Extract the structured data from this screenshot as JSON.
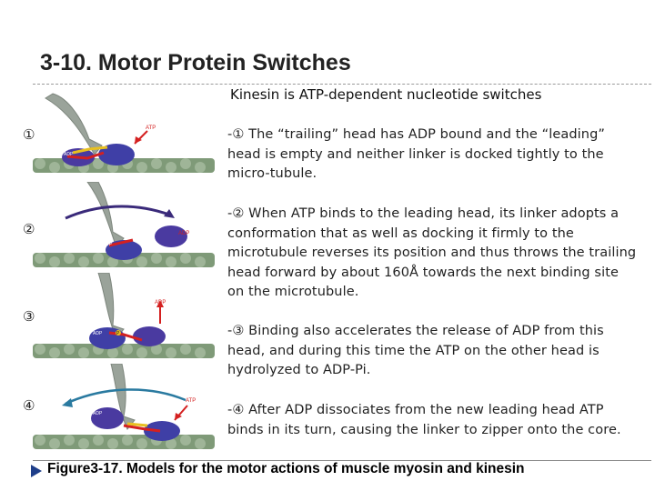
{
  "title": "3-10. Motor Protein Switches",
  "subtitle": "Kinesin is ATP-dependent nucleotide switches",
  "steps": [
    {
      "marker": "①",
      "text": "-① The “trailing” head has ADP bound and the “leading” head is empty and neither linker is docked tightly to the micro-tubule."
    },
    {
      "marker": "②",
      "text": "-② When ATP binds to the leading head, its linker adopts a conformation that as well as docking it firmly to the microtubule reverses its position and thus throws the trailing head forward by about 160Å towards the next binding site on the microtubule."
    },
    {
      "marker": "③",
      "text": "-③ Binding also accelerates the release of ADP from this head, and during this time the ATP on the other head is hydrolyzed to ADP-Pi."
    },
    {
      "marker": "④",
      "text": "-④ After ADP dissociates from the new leading head ATP binds in its turn, causing the linker to zipper onto the core."
    }
  ],
  "panels": [
    {
      "labels": [
        "ATP",
        "ADP"
      ]
    },
    {
      "labels": [
        "ADP",
        "ATP"
      ]
    },
    {
      "labels": [
        "ADP",
        "ADP",
        "P"
      ]
    },
    {
      "labels": [
        "ATP",
        "ADP"
      ]
    }
  ],
  "caption": "Figure3-17. Models for the motor actions of muscle myosin and kinesin",
  "colors": {
    "microtubule": "#7f9a78",
    "head": "#3f3fa6",
    "linker": "#d42020",
    "stalk": "#9aa39a",
    "arrow_dark": "#3a2a7a",
    "arrow_teal": "#2a7aa0",
    "marker": "#1f3f8a"
  }
}
